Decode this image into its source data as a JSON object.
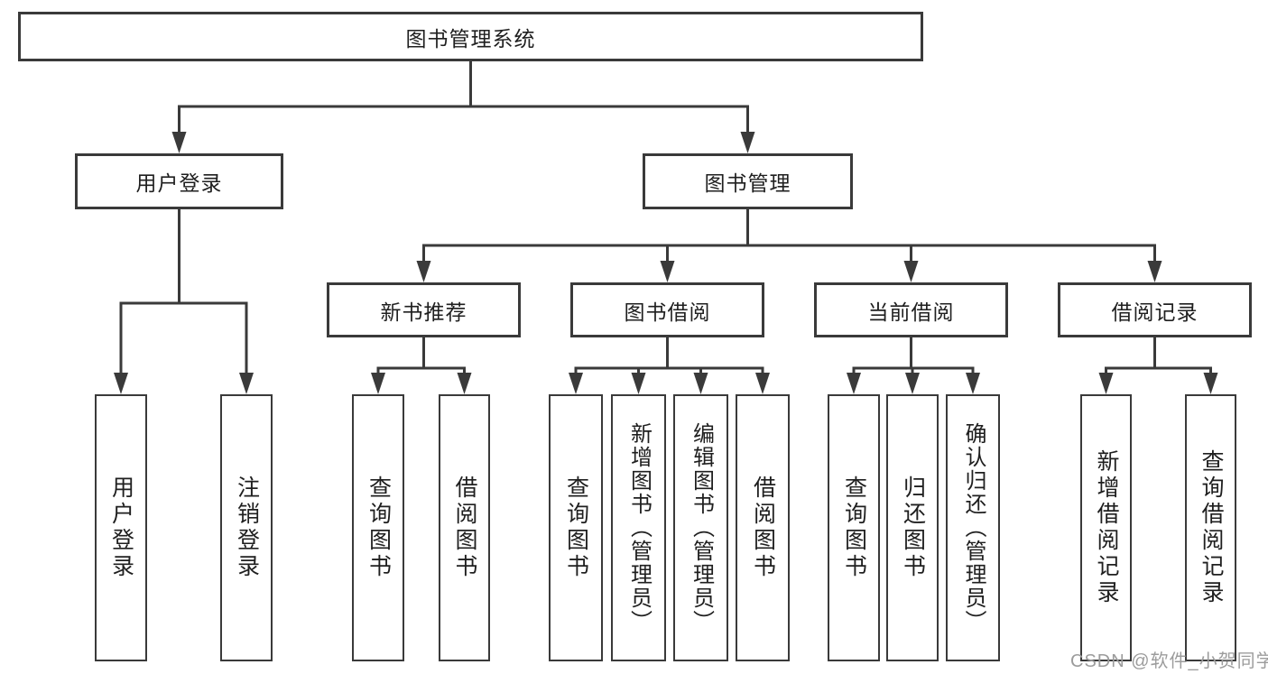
{
  "colors": {
    "line": "#3a3a3a",
    "text": "#1f1f1f",
    "watermark": "#9c9c9c",
    "background": "#ffffff"
  },
  "watermark": {
    "text": "CSDN @软件_小贺同学"
  },
  "diagram": {
    "type": "hierarchy-tree",
    "root": {
      "label": "图书管理系统"
    },
    "children": [
      {
        "label": "用户登录",
        "children": [
          {
            "label": "用户登录"
          },
          {
            "label": "注销登录"
          }
        ]
      },
      {
        "label": "图书管理",
        "children": [
          {
            "label": "新书推荐",
            "children": [
              {
                "label": "查询图书"
              },
              {
                "label": "借阅图书"
              }
            ]
          },
          {
            "label": "图书借阅",
            "children": [
              {
                "label": "查询图书"
              },
              {
                "label": "新增图书（管理员）"
              },
              {
                "label": "编辑图书（管理员）"
              },
              {
                "label": "借阅图书"
              }
            ]
          },
          {
            "label": "当前借阅",
            "children": [
              {
                "label": "查询图书"
              },
              {
                "label": "归还图书"
              },
              {
                "label": "确认归还（管理员）"
              }
            ]
          },
          {
            "label": "借阅记录",
            "children": [
              {
                "label": "新增借阅记录"
              },
              {
                "label": "查询借阅记录"
              }
            ]
          }
        ]
      }
    ]
  }
}
